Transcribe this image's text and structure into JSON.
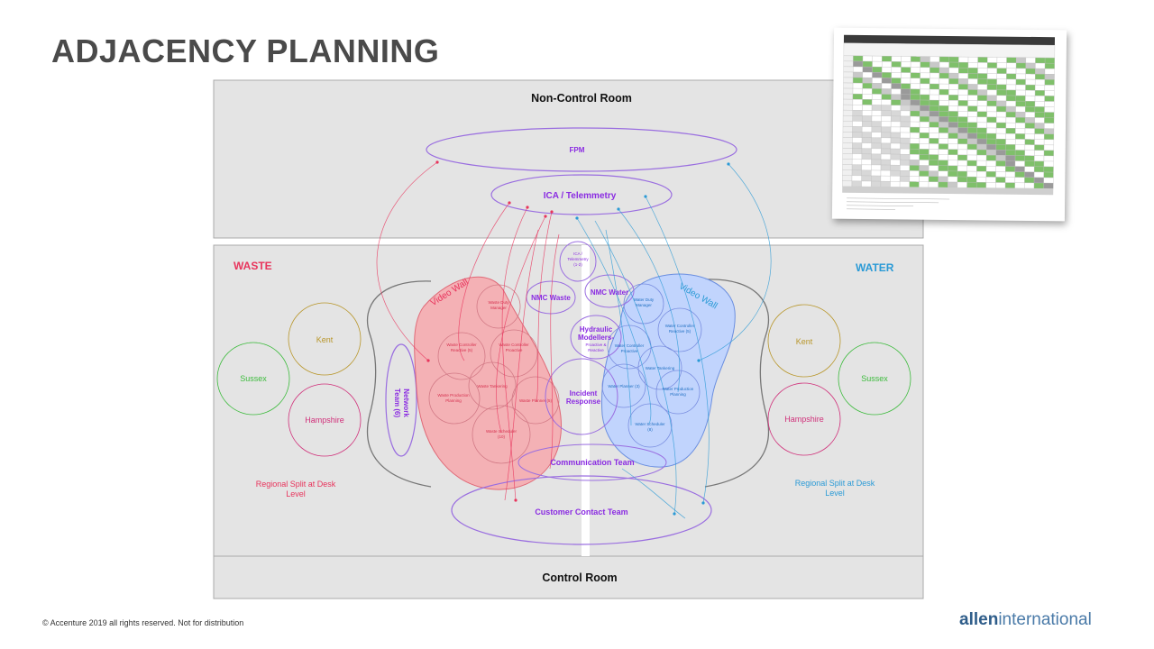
{
  "slide": {
    "title": "ADJACENCY PLANNING",
    "footer": "© Accenture 2019 all rights reserved. Not for distribution",
    "logo_bold": "allen",
    "logo_light": "international"
  },
  "diagram": {
    "rooms": {
      "non_control": "Non-Control Room",
      "control": "Control Room"
    },
    "sides": {
      "waste": "WASTE",
      "water": "WATER"
    },
    "top_groups": {
      "fpm": "FPM",
      "ica": "ICA / Telemmetry"
    },
    "center": {
      "ica_small": [
        "ICA /",
        "Telemmetry",
        "(1-2)"
      ],
      "nmc_waste": "NMC Waste",
      "nmc_water": "NMC Water",
      "hydraulic": [
        "Hydraulic",
        "Modellers-",
        "Proactive &",
        "Reactive"
      ],
      "incident": [
        "Incident",
        "Response"
      ],
      "communication": "Communication Team",
      "customer_contact": "Customer Contact Team",
      "network": [
        "Network",
        "Team (6)"
      ]
    },
    "waste": {
      "video_wall": "Video Wall",
      "units": [
        [
          "Waste Duty",
          "Manager"
        ],
        [
          "Waste Controller",
          "Reactive (5)"
        ],
        [
          "Waste Controller",
          "Proactive"
        ],
        [
          "Waste Tankering"
        ],
        [
          "Waste Production",
          "Planning"
        ],
        [
          "Waste Planner (5)"
        ],
        [
          "Waste Scheduler",
          "(10)"
        ]
      ],
      "regions": [
        "Kent",
        "Sussex",
        "Hampshire"
      ],
      "regional_split": [
        "Regional Split at Desk",
        "Level"
      ]
    },
    "water": {
      "video_wall": "Video Wall",
      "units": [
        [
          "Water Duty",
          "Manager"
        ],
        [
          "Water Controller",
          "Reactive (5)"
        ],
        [
          "Water Controller",
          "Proactive"
        ],
        [
          "Water Tankering"
        ],
        [
          "Water Planner (3)"
        ],
        [
          "Water Production",
          "Planning"
        ],
        [
          "Water Scheduler",
          "(8)"
        ]
      ],
      "regions": [
        "Kent",
        "Sussex",
        "Hampshire"
      ],
      "regional_split": [
        "Regional Split at Desk",
        "Level"
      ]
    },
    "colors": {
      "room_bg": "#e4e4e4",
      "waste": "#e8345c",
      "water": "#2a9ad6",
      "purple": "#8a2be2",
      "kent": "#b8962a",
      "sussex": "#3dbb3d",
      "hampshire": "#d0307a",
      "waste_fill": "#f7a8ad",
      "water_fill": "#bcd2ff"
    }
  }
}
